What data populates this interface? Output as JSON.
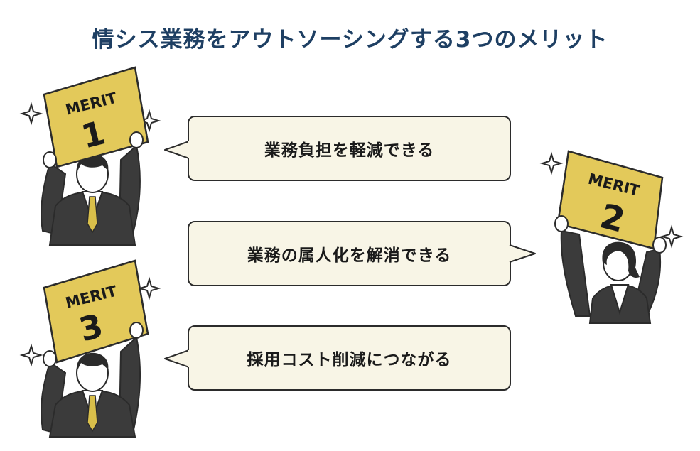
{
  "title": "情シス業務をアウトソーシングする3つのメリット",
  "merits": [
    {
      "sign_word": "MERIT",
      "number": "1",
      "text": "業務負担を軽減できる"
    },
    {
      "sign_word": "MERIT",
      "number": "2",
      "text": "業務の属人化を解消できる"
    },
    {
      "sign_word": "MERIT",
      "number": "3",
      "text": "採用コスト削減につながる"
    }
  ],
  "colors": {
    "title": "#1e3f63",
    "sign": "#e3c95a",
    "bubble_fill": "#f8f5e6",
    "suit": "#3b3b3b",
    "tie": "#d9bf4a",
    "outline": "#2b2b2b"
  }
}
